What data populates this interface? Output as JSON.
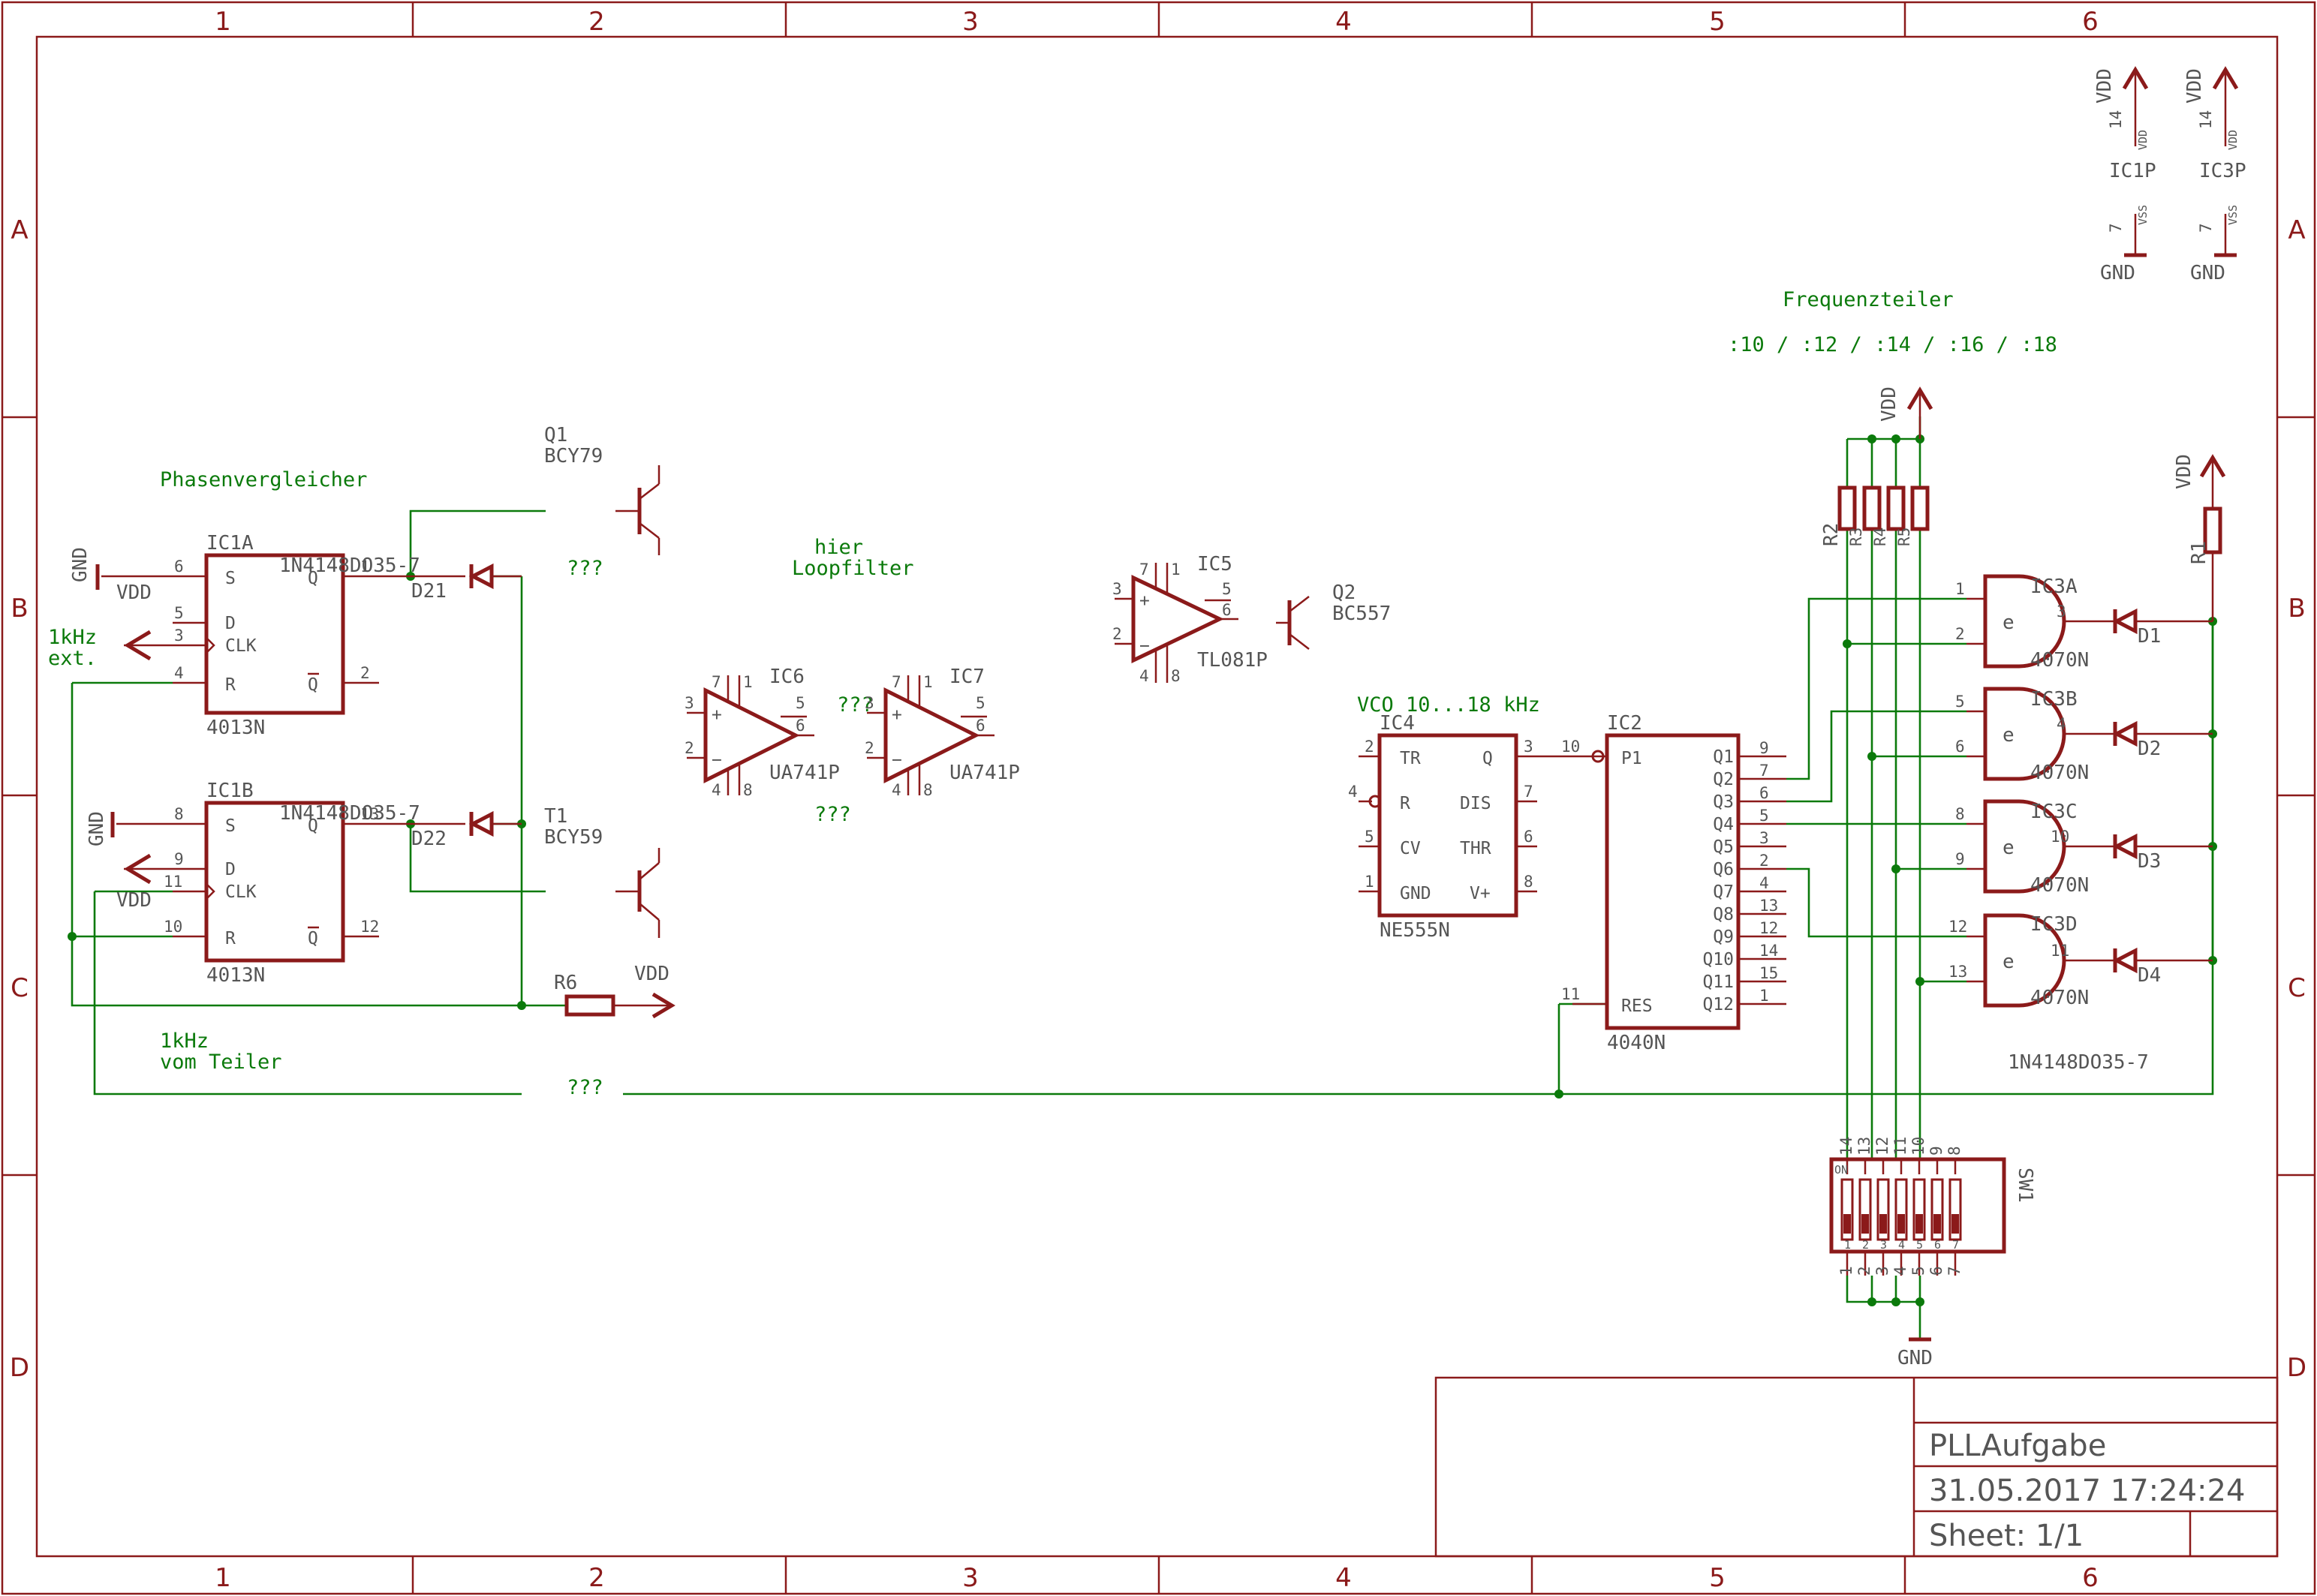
{
  "frame": {
    "columns": [
      "1",
      "2",
      "3",
      "4",
      "5",
      "6"
    ],
    "rows": [
      "A",
      "B",
      "C",
      "D"
    ]
  },
  "title_block": {
    "title": "PLLAufgabe",
    "datetime": "31.05.2017 17:24:24",
    "sheet": "Sheet: 1/1"
  },
  "annotations": {
    "phasenvergleicher": "Phasenvergleicher",
    "loopfilter_1": "hier",
    "loopfilter_2": "Loopfilter",
    "vco": "VCO 10...18 kHz",
    "frequenzteiler": "Frequenzteiler",
    "divider_ratios": ":10 / :12 / :14 / :16 / :18",
    "ext_1": "1kHz",
    "ext_2": "ext.",
    "teiler_1": "1kHz",
    "teiler_2": "vom Teiler",
    "q_marks": "???",
    "q_marks_ic7": "???"
  },
  "net_labels": {
    "vdd": "VDD",
    "gnd": "GND"
  },
  "parts": {
    "ic1a": {
      "name": "IC1A",
      "value": "4013N",
      "pins": {
        "s": "S",
        "d": "D",
        "clk": "CLK",
        "r": "R",
        "q": "Q",
        "qn": "Q"
      },
      "pin_numbers": {
        "s": "6",
        "d": "5",
        "clk": "3",
        "r": "4",
        "q": "1",
        "qn": "2"
      }
    },
    "ic1b": {
      "name": "IC1B",
      "value": "4013N",
      "pins": {
        "s": "S",
        "d": "D",
        "clk": "CLK",
        "r": "R",
        "q": "Q",
        "qn": "Q"
      },
      "pin_numbers": {
        "s": "8",
        "d": "9",
        "clk": "11",
        "r": "10",
        "q": "13",
        "qn": "12"
      }
    },
    "d21": {
      "name": "D21",
      "value": "1N4148DO35-7"
    },
    "d22": {
      "name": "D22",
      "value": "1N4148DO35-7"
    },
    "q1": {
      "name": "Q1",
      "value": "BCY79"
    },
    "t1": {
      "name": "T1",
      "value": "BCY59"
    },
    "q2": {
      "name": "Q2",
      "value": "BC557"
    },
    "r6": {
      "name": "R6"
    },
    "ic6": {
      "name": "IC6",
      "value": "UA741P",
      "pin_numbers": {
        "p3": "3",
        "p2": "2",
        "p7": "7",
        "p4": "4",
        "p1": "1",
        "p5": "5",
        "p6": "6",
        "p8": "8"
      }
    },
    "ic7": {
      "name": "IC7",
      "value": "UA741P",
      "pin_numbers": {
        "p3": "3",
        "p2": "2",
        "p7": "7",
        "p4": "4",
        "p1": "1",
        "p5": "5",
        "p6": "6",
        "p8": "8"
      }
    },
    "ic5": {
      "name": "IC5",
      "value": "TL081P",
      "pin_numbers": {
        "p3": "3",
        "p2": "2",
        "p7": "7",
        "p4": "4",
        "p1": "1",
        "p5": "5",
        "p6": "6",
        "p8": "8"
      }
    },
    "ic4": {
      "name": "IC4",
      "value": "NE555N",
      "pins": {
        "tr": "TR",
        "r": "R",
        "cv": "CV",
        "gnd": "GND",
        "q": "Q",
        "dis": "DIS",
        "thr": "THR",
        "vplus": "V+"
      },
      "pin_numbers": {
        "tr": "2",
        "r": "4",
        "cv": "5",
        "gnd": "1",
        "q": "3",
        "dis": "7",
        "thr": "6",
        "vplus": "8"
      }
    },
    "ic2": {
      "name": "IC2",
      "value": "4040N",
      "left_pins": {
        "p1": "P1",
        "res": "RES"
      },
      "left_pin_numbers": {
        "p1": "10",
        "res": "11"
      },
      "outputs": [
        "Q1",
        "Q2",
        "Q3",
        "Q4",
        "Q5",
        "Q6",
        "Q7",
        "Q8",
        "Q9",
        "Q10",
        "Q11",
        "Q12"
      ],
      "output_pins": [
        "9",
        "7",
        "6",
        "5",
        "3",
        "2",
        "4",
        "13",
        "12",
        "14",
        "15",
        "1"
      ]
    },
    "ic3a": {
      "name": "IC3A",
      "value": "4070N",
      "gate": "e",
      "in1": "1",
      "in2": "2",
      "out": "3"
    },
    "ic3b": {
      "name": "IC3B",
      "value": "4070N",
      "gate": "e",
      "in1": "5",
      "in2": "6",
      "out": "4"
    },
    "ic3c": {
      "name": "IC3C",
      "value": "4070N",
      "gate": "e",
      "in1": "8",
      "in2": "9",
      "out": "10"
    },
    "ic3d": {
      "name": "IC3D",
      "value": "4070N",
      "gate": "e",
      "in1": "12",
      "in2": "13",
      "out": "11"
    },
    "d1": {
      "name": "D1"
    },
    "d2": {
      "name": "D2"
    },
    "d3": {
      "name": "D3"
    },
    "d4": {
      "name": "D4"
    },
    "diode_value": "1N4148DO35-7",
    "r1": {
      "name": "R1"
    },
    "r_array": [
      "R2",
      "R3",
      "R4",
      "R5"
    ],
    "sw1": {
      "name": "SW1",
      "on": "ON",
      "top_pins": [
        "14",
        "13",
        "12",
        "11",
        "10",
        "9",
        "8"
      ],
      "bottom_pins": [
        "1",
        "2",
        "3",
        "4",
        "5",
        "6",
        "7"
      ]
    },
    "ic1p": {
      "name": "IC1P",
      "vdd_pin": "14",
      "vdd": "VDD",
      "vss_pin": "7",
      "vss": "VSS"
    },
    "ic3p": {
      "name": "IC3P",
      "vdd_pin": "14",
      "vdd": "VDD",
      "vss_pin": "7",
      "vss": "VSS"
    }
  },
  "colors": {
    "part": "#8b1a1a",
    "wire": "#0b7a0b",
    "text": "#555555"
  }
}
